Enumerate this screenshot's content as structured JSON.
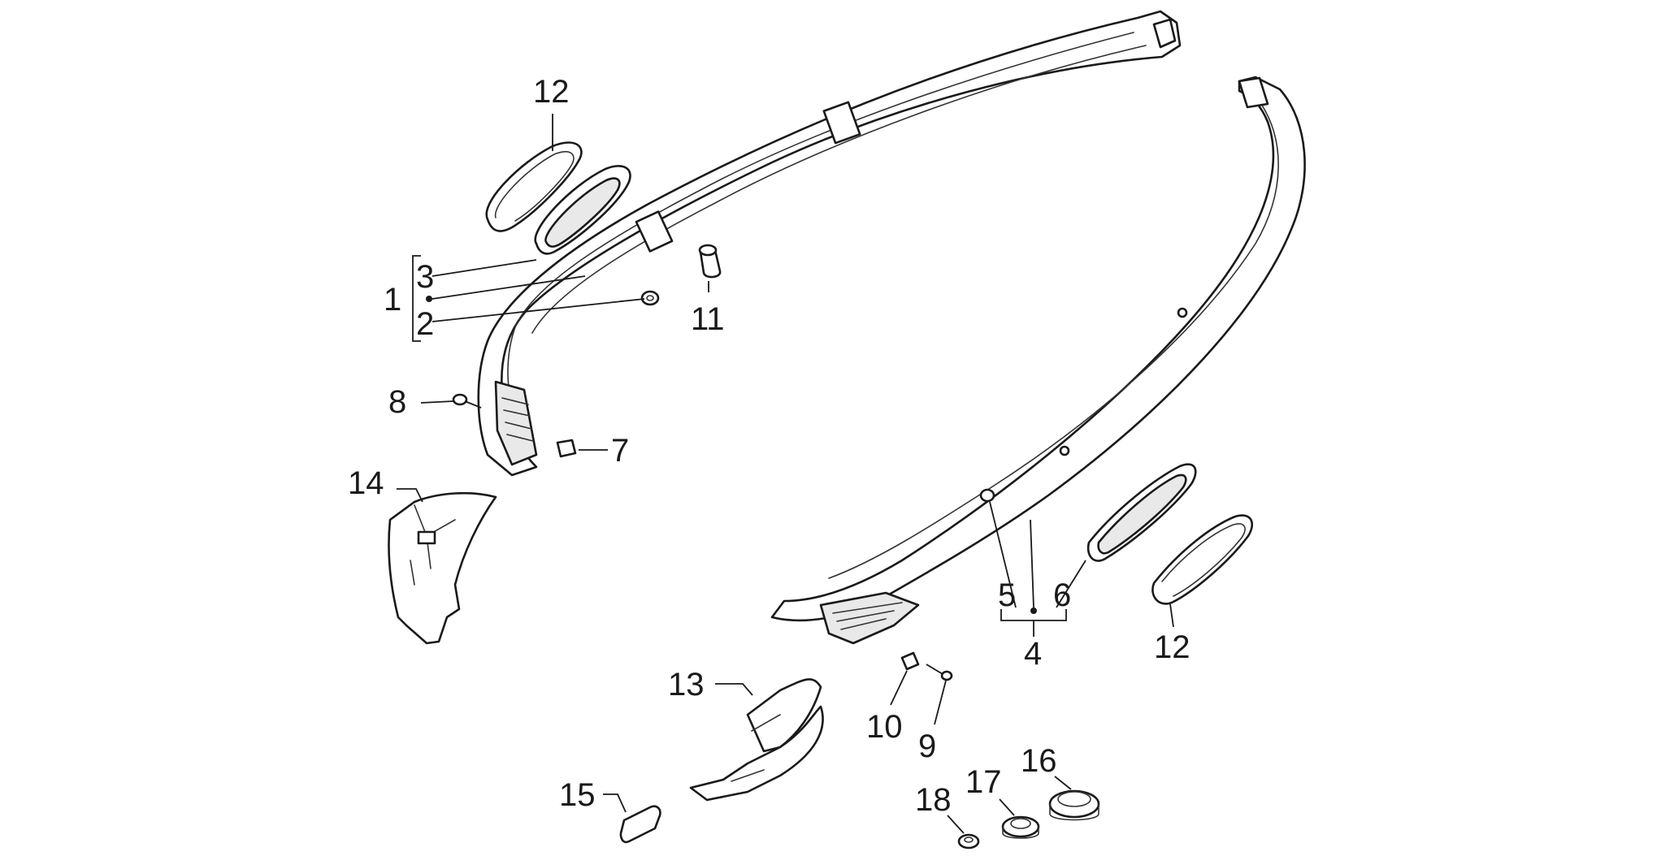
{
  "callouts": {
    "c1": "1",
    "c2": "2",
    "c3": "3",
    "c4": "4",
    "c5": "5",
    "c6": "6",
    "c7": "7",
    "c8": "8",
    "c9": "9",
    "c10": "10",
    "c11": "11",
    "c12a": "12",
    "c12b": "12",
    "c13": "13",
    "c14": "14",
    "c15": "15",
    "c16": "16",
    "c17": "17",
    "c18": "18"
  },
  "colors": {
    "line": "#1a1a1a",
    "background": "#ffffff"
  }
}
